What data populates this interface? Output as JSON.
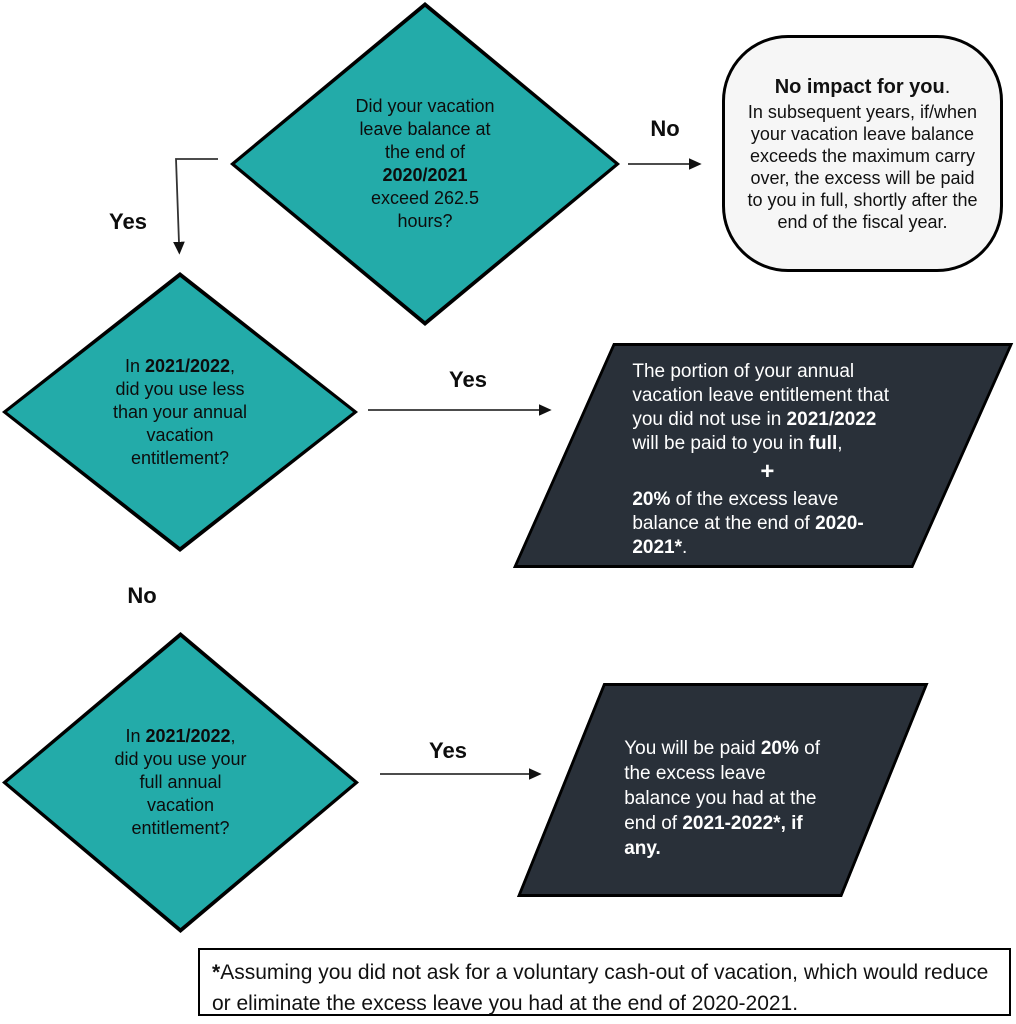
{
  "colors": {
    "diamond_fill": "#23ABA9",
    "parallelogram_fill": "#293039",
    "terminator_fill": "#F6F6F6",
    "outline": "#000000",
    "light_text": "#FFFFFF",
    "dark_text": "#0D0D0D"
  },
  "diamond1": {
    "line1": "Did your vacation",
    "line2": "leave balance at",
    "line3": "the end of",
    "line4_bold": "2020/2021",
    "line5": "exceed 262.5",
    "line6": "hours?"
  },
  "edge_no1": {
    "label": "No"
  },
  "rounded": {
    "title_bold": "No impact for you",
    "title_post": ".",
    "line1": "In subsequent years, if/when",
    "line2": "your vacation leave balance",
    "line3": "exceeds the maximum carry",
    "line4": "over, the excess will be paid",
    "line5": "to you in full, shortly after the",
    "line6": "end of the fiscal year."
  },
  "edge_yes1": {
    "label": "Yes"
  },
  "diamond2": {
    "line1_pre": "In ",
    "line1_bold": "2021/2022",
    "line1_post": ",",
    "line2": "did you use less",
    "line3": "than your annual",
    "line4": "vacation",
    "line5": "entitlement?"
  },
  "edge_yes2": {
    "label": "Yes"
  },
  "parallelogram1": {
    "line1": "The portion of your annual",
    "line2": "vacation leave entitlement that",
    "line3_pre": "you did not use in ",
    "line3_bold": "2021/2022",
    "line4_pre": "will be paid to you in ",
    "line4_bold": "full",
    "line4_post": ",",
    "plus_bold": "+",
    "line5_bold": "20%",
    "line5_post": " of the excess leave",
    "line6_pre": "balance at the end of ",
    "line6_bold": "2020-",
    "line7_bold": "2021*",
    "line7_post": "."
  },
  "edge_no2": {
    "label": "No"
  },
  "diamond3": {
    "line1_pre": "In ",
    "line1_bold": "2021/2022",
    "line1_post": ",",
    "line2": "did you use your",
    "line3": "full annual",
    "line4": "vacation",
    "line5": "entitlement?"
  },
  "edge_yes3": {
    "label": "Yes"
  },
  "parallelogram2": {
    "line1_pre": "You will be paid ",
    "line1_bold": "20%",
    "line1_post": " of",
    "line2": "the excess leave",
    "line3": "balance you had at the",
    "line4_pre": "end of ",
    "line4_bold": "2021-2022*, if",
    "line5_bold": "any."
  },
  "footnote": {
    "star_bold": "*",
    "text": "Assuming you did not ask for a voluntary cash-out of vacation, which would reduce or eliminate the excess leave you had at the end of 2020-2021."
  }
}
